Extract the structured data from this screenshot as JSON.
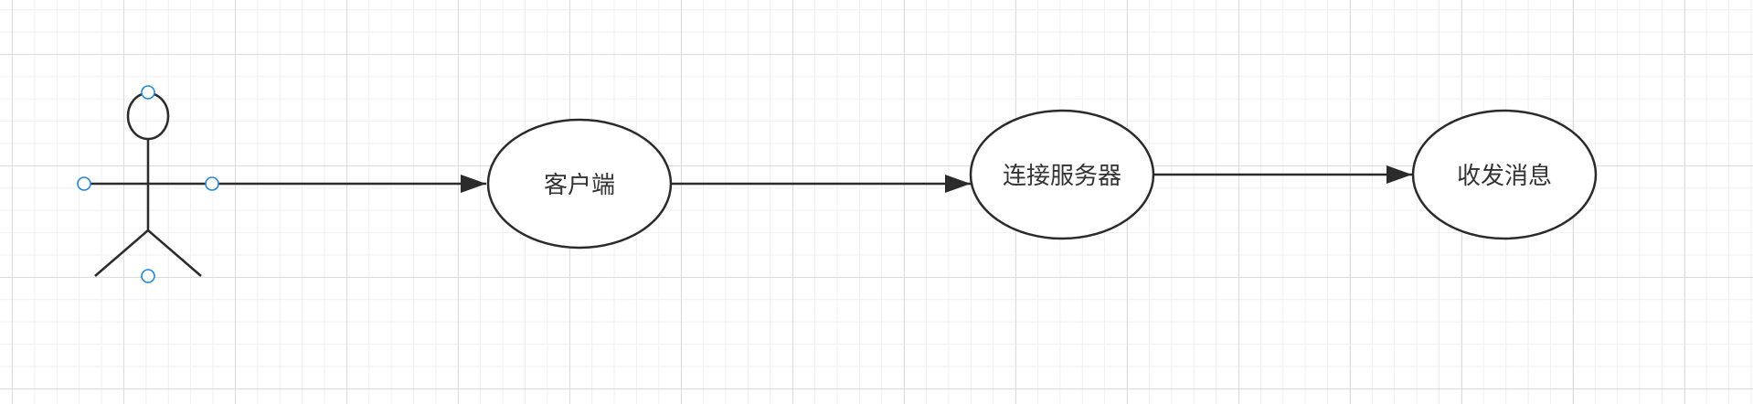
{
  "diagram": {
    "nodes": [
      {
        "id": "actor",
        "type": "actor",
        "label": ""
      },
      {
        "id": "client",
        "type": "use-case",
        "label": "客户端"
      },
      {
        "id": "connect",
        "type": "use-case",
        "label": "连接服务器"
      },
      {
        "id": "messaging",
        "type": "use-case",
        "label": "收发消息"
      }
    ],
    "edges": [
      {
        "from": "actor",
        "to": "client"
      },
      {
        "from": "client",
        "to": "connect"
      },
      {
        "from": "connect",
        "to": "messaging"
      }
    ],
    "selected_node": "actor"
  },
  "colors": {
    "stroke": "#2b2b2b",
    "selection_handle": "#1e88e5",
    "grid_major": "#dcdcdc",
    "grid_minor": "#f0f0f0"
  }
}
